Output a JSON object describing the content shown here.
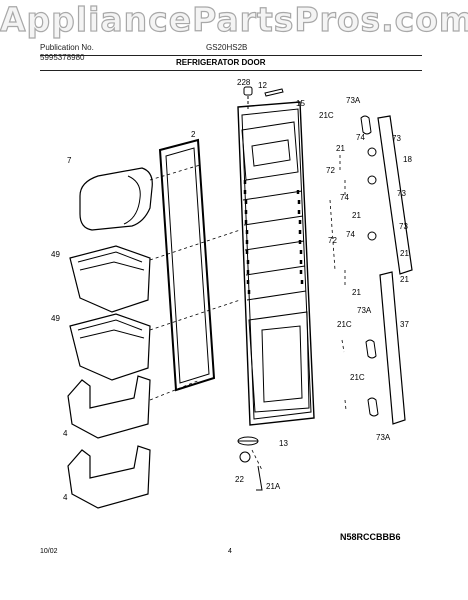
{
  "watermark": "AppliancePartsPros.com",
  "header": {
    "publication_label": "Publication No.",
    "publication_number": "5995378980",
    "model": "GS20HS2B",
    "section_title": "REFRIGERATOR DOOR"
  },
  "part_labels": {
    "l228": "228",
    "l12": "12",
    "l15": "15",
    "l73a_top": "73A",
    "l21c_1": "21C",
    "l74_1": "74",
    "l73_1": "73",
    "l21_1": "21",
    "l18": "18",
    "l72_1": "72",
    "l74_2": "74",
    "l73_2": "73",
    "l21_2": "21",
    "l72_2": "72",
    "l74_3": "74",
    "l73_3": "73",
    "l21_3": "21",
    "l21_4": "21",
    "l73a_mid": "73A",
    "l21c_2": "21C",
    "l37": "37",
    "l21c_3": "21C",
    "l73a_bot": "73A",
    "l2": "2",
    "l7": "7",
    "l49_1": "49",
    "l49_2": "49",
    "l4_1": "4",
    "l4_2": "4",
    "l13": "13",
    "l22": "22",
    "l21a": "21A"
  },
  "footer": {
    "diagram_code": "N58RCCBBB6",
    "date": "10/02",
    "page_number": "4"
  }
}
